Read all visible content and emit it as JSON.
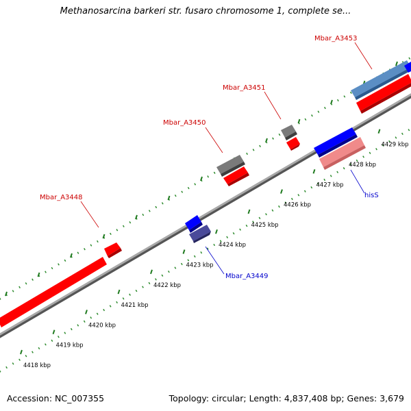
{
  "title": "Methanosarcina barkeri str. fusaro chromosome 1, complete se...",
  "footer": {
    "accession": "Accession: NC_007355",
    "summary": "Topology: circular; Length: 4,837,408 bp; Genes: 3,679"
  },
  "colors": {
    "backbone": "#888888",
    "ticks": "#1f7a1f",
    "forward_label": "#cc0000",
    "reverse_label": "#0000cc",
    "red": "#ff0000",
    "blue": "#0000ff",
    "gray": "#777777",
    "navy": "#3a3a8a",
    "steel": "#5a8fc8",
    "pink": "#f08a8a"
  },
  "scale": {
    "unit": "kbp",
    "labels": [
      "4418 kbp",
      "4419 kbp",
      "4420 kbp",
      "4421 kbp",
      "4422 kbp",
      "4423 kbp",
      "4424 kbp",
      "4425 kbp",
      "4426 kbp",
      "4427 kbp",
      "4428 kbp",
      "4429 kbp"
    ]
  },
  "gene_labels": [
    {
      "id": "Mbar_A3448",
      "strand": "forward"
    },
    {
      "id": "Mbar_A3449",
      "strand": "reverse"
    },
    {
      "id": "Mbar_A3450",
      "strand": "forward"
    },
    {
      "id": "Mbar_A3451",
      "strand": "forward"
    },
    {
      "id": "Mbar_A3453",
      "strand": "forward"
    },
    {
      "id": "hisS",
      "strand": "reverse"
    }
  ]
}
